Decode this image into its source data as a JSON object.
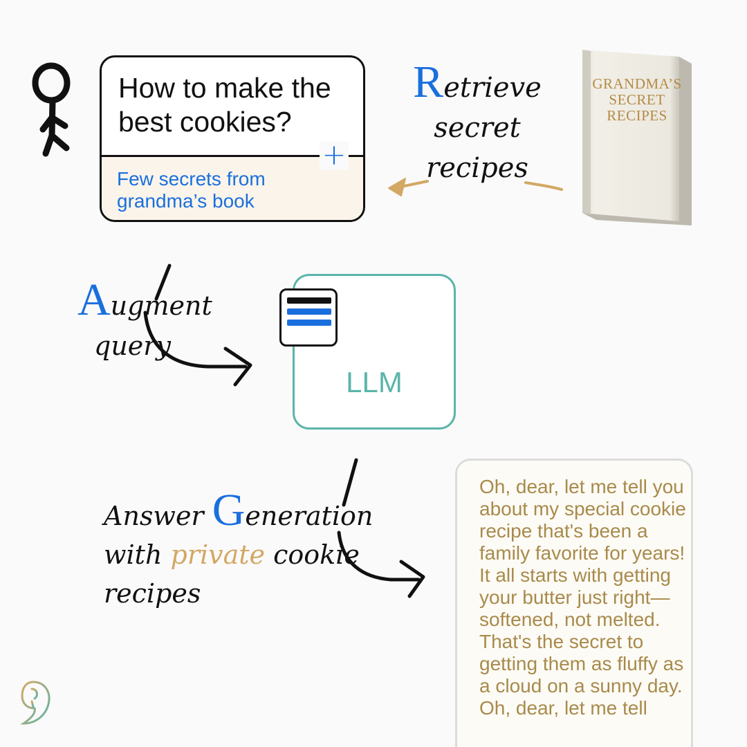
{
  "query": {
    "question": "How to make the best cookies?",
    "context": "Few secrets from grandma’s book",
    "plus_symbol": "+"
  },
  "book": {
    "title": "GRANDMA’S SECRET RECIPES"
  },
  "steps": {
    "retrieve": {
      "first_letter": "R",
      "rest_line1": "etrieve",
      "line2": "secret",
      "line3": "recipes"
    },
    "augment": {
      "first_letter": "A",
      "rest_line1": "ugment",
      "line2": "query"
    },
    "generate": {
      "line1_prefix": "Answer ",
      "first_letter": "G",
      "line1_rest": "eneration",
      "line2_prefix": "with ",
      "line2_accent": "private",
      "line2_suffix": " cookie",
      "line3": "recipes"
    }
  },
  "llm": {
    "label": "LLM"
  },
  "answer": {
    "text": "Oh, dear, let me tell you about my special cookie recipe that's been a family favorite for years! It all starts with getting your butter just right—softened, not melted. That's the secret to getting them as fluffy as a cloud on a sunny day. Oh, dear, let me tell"
  },
  "colors": {
    "accent_blue": "#1a6fde",
    "accent_gold": "#d3a864",
    "llm_teal": "#5bb5a9",
    "ink": "#111111"
  },
  "icons": [
    "stick-figure-icon",
    "book-icon",
    "document-icon",
    "plus-icon",
    "logo-icon"
  ]
}
